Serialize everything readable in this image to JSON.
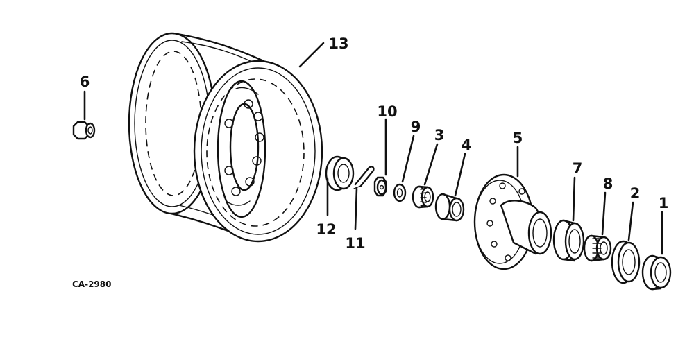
{
  "drawing_code": "CA-2980",
  "callouts": [
    {
      "id": "13",
      "label": "13"
    },
    {
      "id": "6",
      "label": "6"
    },
    {
      "id": "10",
      "label": "10"
    },
    {
      "id": "9",
      "label": "9"
    },
    {
      "id": "3",
      "label": "3"
    },
    {
      "id": "4",
      "label": "4"
    },
    {
      "id": "5",
      "label": "5"
    },
    {
      "id": "7",
      "label": "7"
    },
    {
      "id": "8",
      "label": "8"
    },
    {
      "id": "2",
      "label": "2"
    },
    {
      "id": "1",
      "label": "1"
    },
    {
      "id": "12",
      "label": "12"
    },
    {
      "id": "11",
      "label": "11"
    }
  ]
}
